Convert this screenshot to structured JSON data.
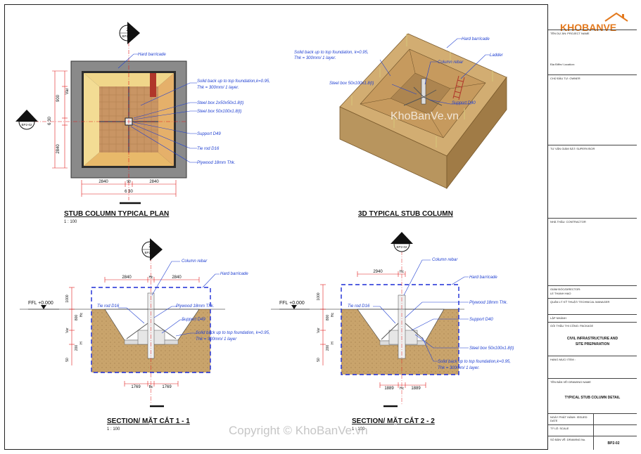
{
  "plan": {
    "caption": "STUB COLUMN TYPICAL PLAN",
    "scale": "1 : 100",
    "callouts": {
      "hard_barricade": "Hard barricade",
      "solid_back_line1": "Solid back up to top foundation,k=0.95,",
      "solid_back_line2": "Thk = 300mm/ 1 layer.",
      "steel_box_2x50": "Steel box 2x50x50x1.8(t)",
      "steel_box_50x100": "Steel box 50x100x1.8(t)",
      "support": "Support D49",
      "tie_rod": "Tie rod D16",
      "plywood": "Plywood 18mm Thk."
    },
    "dims": {
      "left": "2840",
      "mid": "90",
      "right": "2840",
      "total": "6 30",
      "v_top": "900",
      "v_var": "Var",
      "v_mid": "6 30",
      "v_bot": "2840"
    },
    "marker_top": {
      "num": "2",
      "ref": "BP2-02"
    },
    "marker_left": {
      "num": "1",
      "ref": "BP2-02"
    }
  },
  "iso": {
    "caption": "3D TYPICAL STUB COLUMN",
    "callouts": {
      "hard_barricade": "Hard barricade",
      "ladder": "Ladder",
      "column_rebar": "Column rebar",
      "solid_back_line1": "Solid back up to top foundation, k=0.95,",
      "solid_back_line2": "Thk = 300mm/ 1 layer.",
      "steel_box": "Steel box 50x100x1.8(t)",
      "support": "Support D40"
    },
    "watermark": "KhoBanVe.vn"
  },
  "section1": {
    "caption": "SECTION/ MẶT CẮT 1 - 1",
    "scale": "1 : 100",
    "ffl": "FFL +0.000",
    "marker": {
      "num": "2",
      "ref": "BP2-02"
    },
    "callouts": {
      "column_rebar": "Column rebar",
      "hard_barricade": "Hard barricade",
      "tie_rod": "Tie rod D16",
      "plywood": "Plywood 18mm Thk.",
      "support": "Support D49",
      "solid_back_line1": "Solid back up to top foundation, k=0.95,",
      "solid_back_line2": "Thk = 300mm/ 1 layer"
    },
    "dims": {
      "top_left": "2840",
      "top_mid": "Hc",
      "top_right": "2840",
      "bot_left": "1769",
      "bot_mid": "Bc",
      "bot_right": "1769",
      "v1": "1000",
      "v2": "Var",
      "v3": "800",
      "v4": "200",
      "v5": "50",
      "vh": "Hc",
      "vhh": "H"
    }
  },
  "section2": {
    "caption": "SECTION/ MẶT CẮT 2 - 2",
    "scale": "1 : 100",
    "ffl": "FFL +0.000",
    "marker": {
      "num": "1",
      "ref": "BP2-02"
    },
    "callouts": {
      "column_rebar": "Column rebar",
      "hard_barricade": "Hard barricade",
      "tie_rod": "Tie rod D16",
      "plywood": "Plywood 18mm Thk.",
      "support": "Support D40",
      "steel_box": "Steel box 50x100x1.8(t)",
      "solid_back_line1": "Solid back up to top foundation,k=0.95,",
      "solid_back_line2": "Thk = 300mm/ 1 layer."
    },
    "dims": {
      "top_left": "2940",
      "top_mid": "Hc",
      "bot_left": "1889",
      "bot_mid": "Hc",
      "bot_right": "1889",
      "v1": "1000",
      "v2": "Var",
      "v3": "800",
      "v4": "200",
      "v5": "50",
      "vh": "Hc",
      "vhh": "H"
    }
  },
  "title_block": {
    "logo_text": "KHOBANVE",
    "project_name_label": "TÊN DỰ ÁN: PROJECT NAME",
    "location_label": "Địa Điểm/ Location:",
    "owner_label": "CHỦ ĐẦU TƯ: OWNER",
    "supervisor_label": "TƯ VẤN GIÁM SÁT: SUPERVISOR",
    "contractor_label": "NHÀ THẦU: CONTRACTOR",
    "director_label": "GIÁM ĐỐC/DIRECTOR:",
    "director_name": "LE THANH HAO",
    "manager_label": "QUẢN LÝ KỸ THUẬT/ TECHNICAL MANAGER",
    "designer_label": "LẬP NHÁNH",
    "package_label": "GÓI THẦU THI CÔNG: PACKAGE",
    "package_value_1": "CIVIL INFRASTRUCTURE AND",
    "package_value_2": "SITE PREPARATION",
    "item_label": "HẠNG MỤC/ ITEM :",
    "drawing_name_label": "TÊN BẢN VẼ/ DRAWING NAME",
    "drawing_name": "TYPICAL STUB COLUMN DETAIL",
    "issued_date_label": "NGÀY PHÁT HÀNH: ISSUED DATE",
    "scale_label": "TỶ LỆ: SCALE",
    "drawing_no_label": "SỐ BẢN VẼ: DRAWING No.",
    "drawing_no": "BP2-02"
  },
  "footer_watermark": "Copyright © KhoBanVe.vn",
  "colors": {
    "soil": "#c8a46b",
    "soil_dark": "#8b6a3a",
    "plywood": "#d9a86c",
    "dim": "#e01b1b",
    "callout": "#1f3fd1",
    "dash": "#1b2bd6",
    "concrete": "#d8d8d8"
  }
}
